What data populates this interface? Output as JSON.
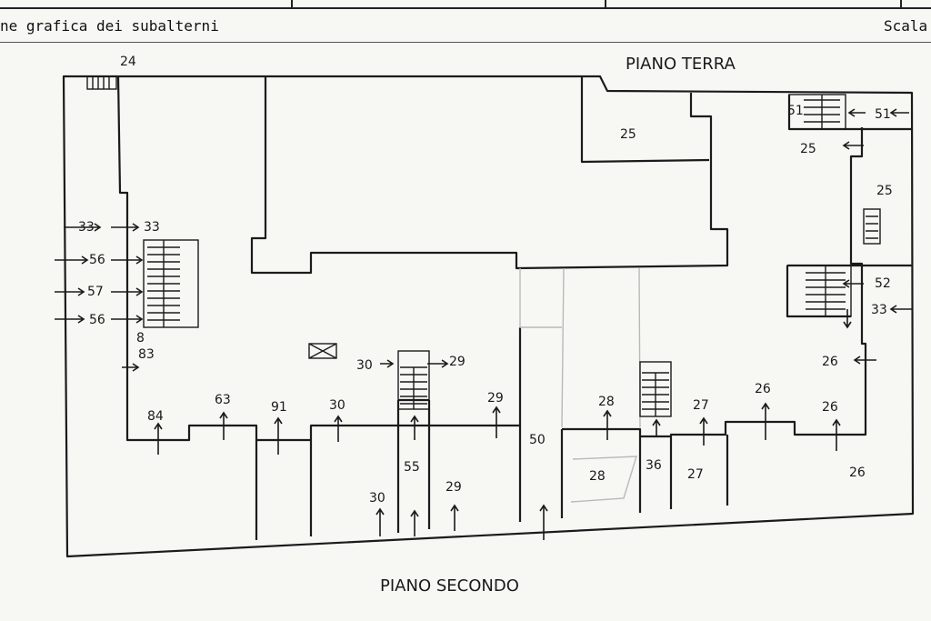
{
  "header": {
    "left_text": "ne grafica dei subalterni",
    "right_text": "Scala"
  },
  "plan": {
    "title_top": "PIANO TERRA",
    "title_bottom": "PIANO SECONDO",
    "labels": {
      "l24": "24",
      "l33a": "33",
      "l33b": "33",
      "l56a": "56",
      "l57": "57",
      "l56b": "56",
      "l8": "8",
      "l83": "83",
      "l84": "84",
      "l63": "63",
      "l91": "91",
      "l30a": "30",
      "l30b": "30",
      "l29a": "29",
      "l29b": "29",
      "l29c": "29",
      "l55": "55",
      "l30c": "30",
      "l50": "50",
      "l28a": "28",
      "l28b": "28",
      "l36": "36",
      "l27a": "27",
      "l27b": "27",
      "l26a": "26",
      "l26b": "26",
      "l26c": "26",
      "l26d": "26",
      "l25a": "25",
      "l25b": "25",
      "l25c": "25",
      "l51a": "51",
      "l51b": "51",
      "l52": "52",
      "l33c": "33"
    }
  }
}
